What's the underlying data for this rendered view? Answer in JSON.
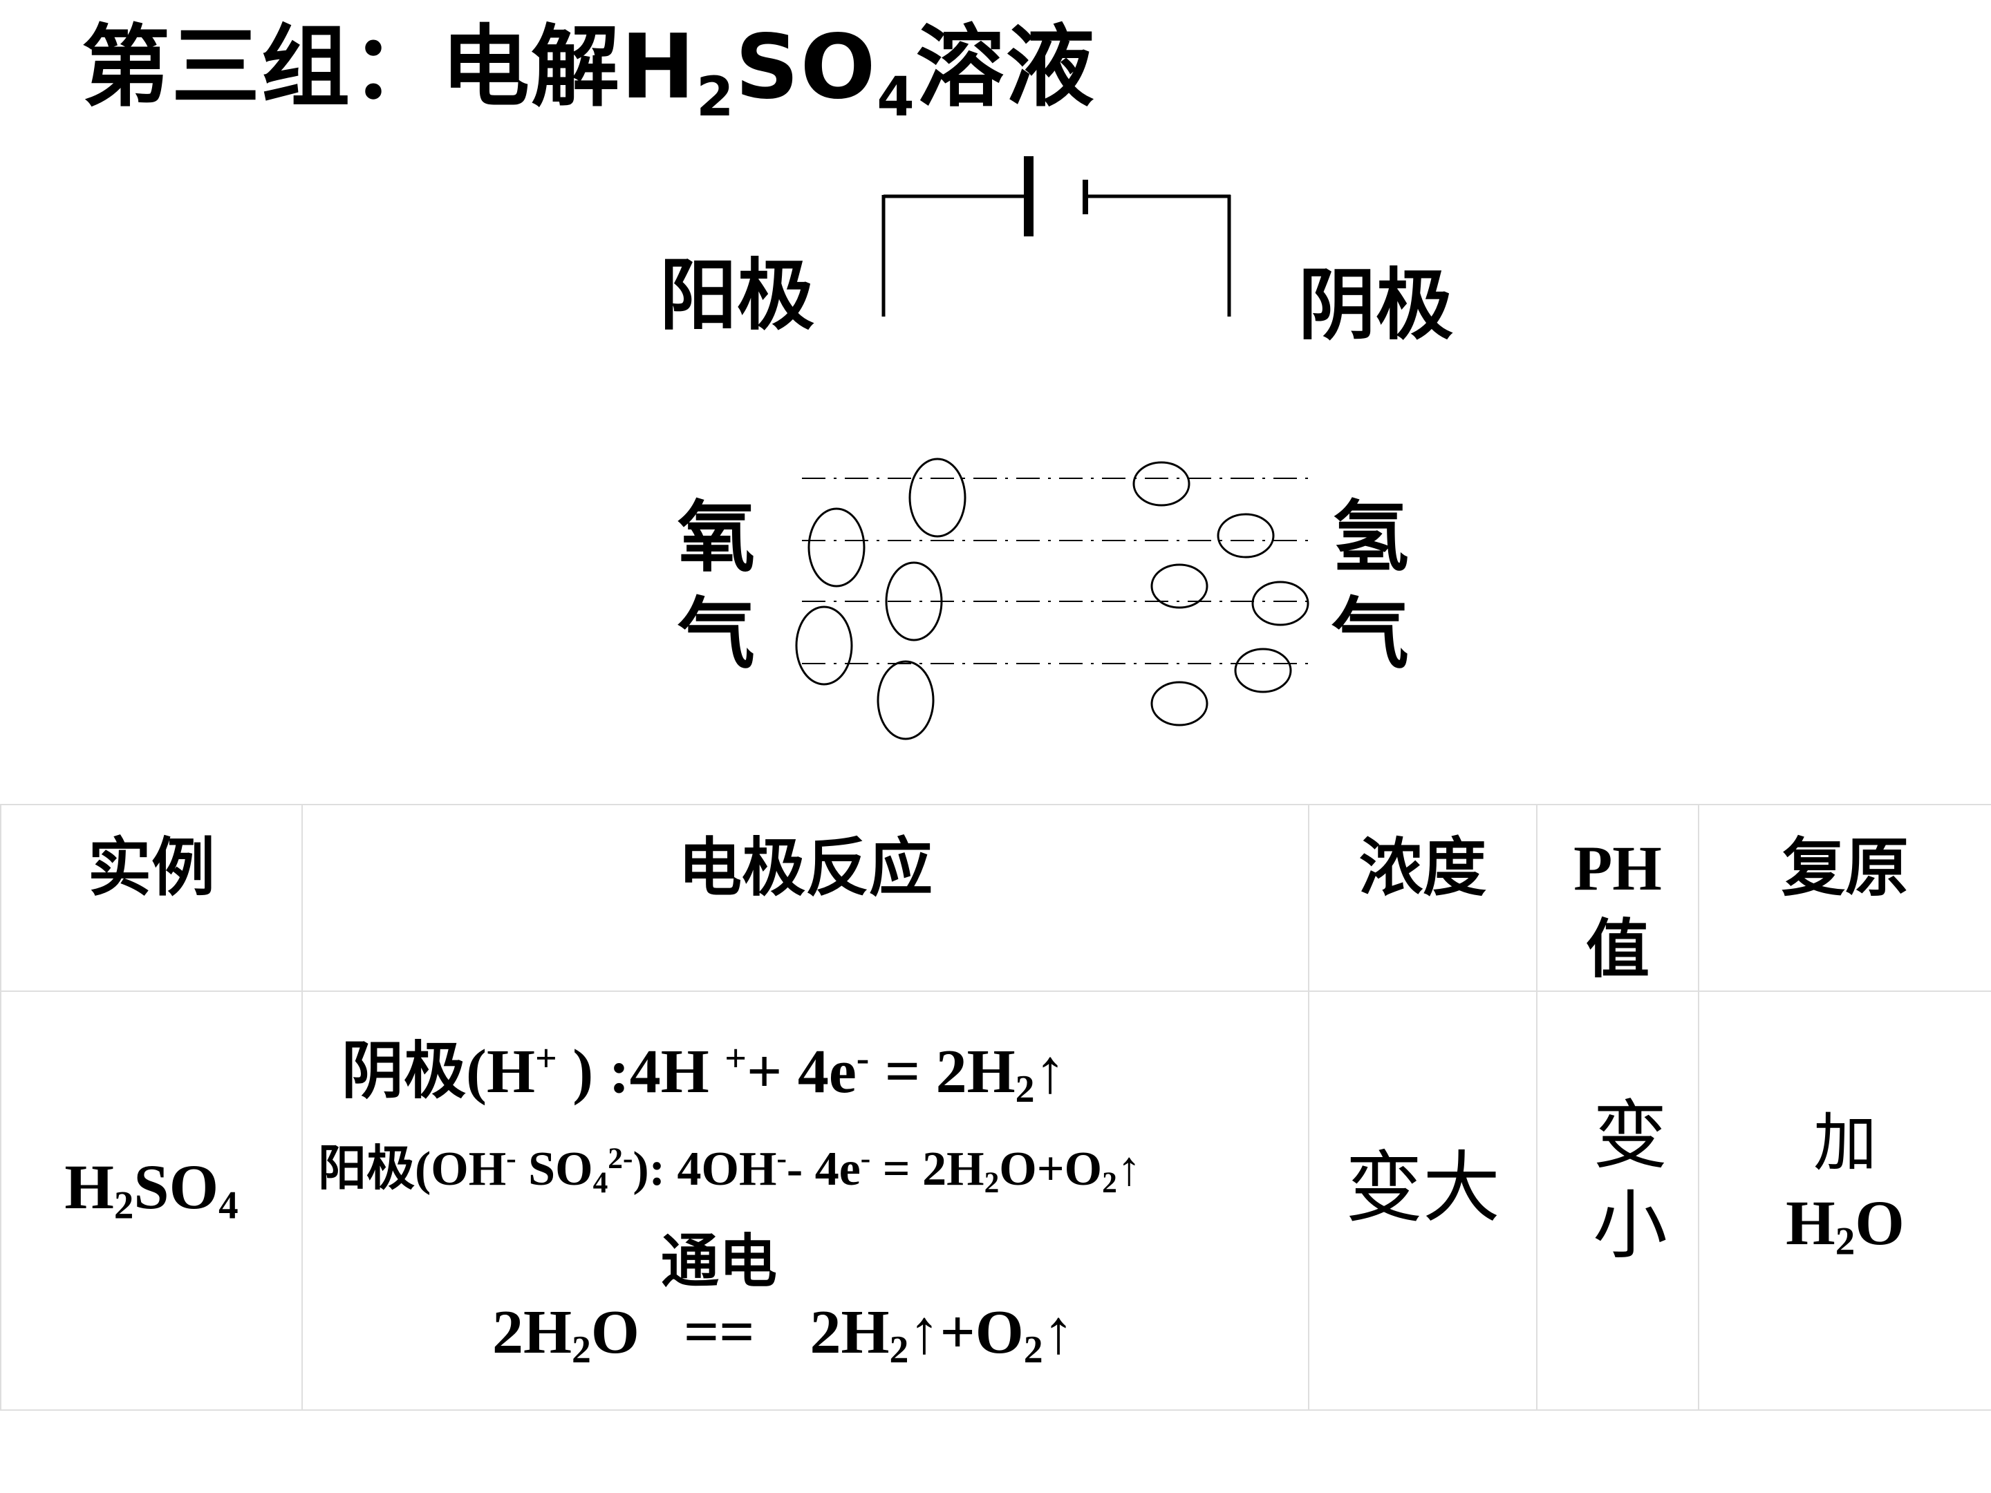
{
  "title": {
    "prefix": "第三组：电解H",
    "sub1": "2",
    "mid": "SO",
    "sub2": "4",
    "suffix": "溶液"
  },
  "diagram": {
    "anode_label": "阳极",
    "cathode_label": "阴极",
    "oxygen_label": [
      "氧",
      "气"
    ],
    "hydrogen_label": [
      "氢",
      "气"
    ]
  },
  "table": {
    "headers": {
      "example": "实例",
      "reaction": "电极反应",
      "concentration": "浓度",
      "ph": [
        "PH",
        "值"
      ],
      "restore": "复原"
    },
    "row": {
      "example": {
        "prefix": "H",
        "sub1": "2",
        "mid": "SO",
        "sub2": "4"
      },
      "cathode_eq": {
        "label": "阴极",
        "p1": "(H",
        "sup1": "+",
        "p2": " ) :4H ",
        "sup2": "+",
        "p3": "+ 4e",
        "sup3": "-",
        "p4": " =  2H",
        "sub1": "2",
        "p5": "↑"
      },
      "anode_eq": {
        "label": "阳极",
        "p1": "(OH",
        "sup1": "-",
        "p2": " SO",
        "sub1": "4",
        "sup2": "2-",
        "p3": "): 4OH",
        "sup3": "-",
        "p4": "- 4e",
        "sup4": "-",
        "p5": " =  2H",
        "sub2": "2",
        "p6": "O+O",
        "sub3": "2",
        "p7": "↑"
      },
      "condition": "通电",
      "overall_eq": {
        "p1": "2H",
        "sub1": "2",
        "p2": "O",
        "eq": "==",
        "p3": "2H",
        "sub2": "2",
        "p4": "↑+O",
        "sub3": "2",
        "p5": "↑"
      },
      "concentration": "变大",
      "ph": [
        "变",
        "小"
      ],
      "restore": {
        "line1": "加",
        "p1": "H",
        "sub1": "2",
        "p2": "O"
      }
    }
  }
}
